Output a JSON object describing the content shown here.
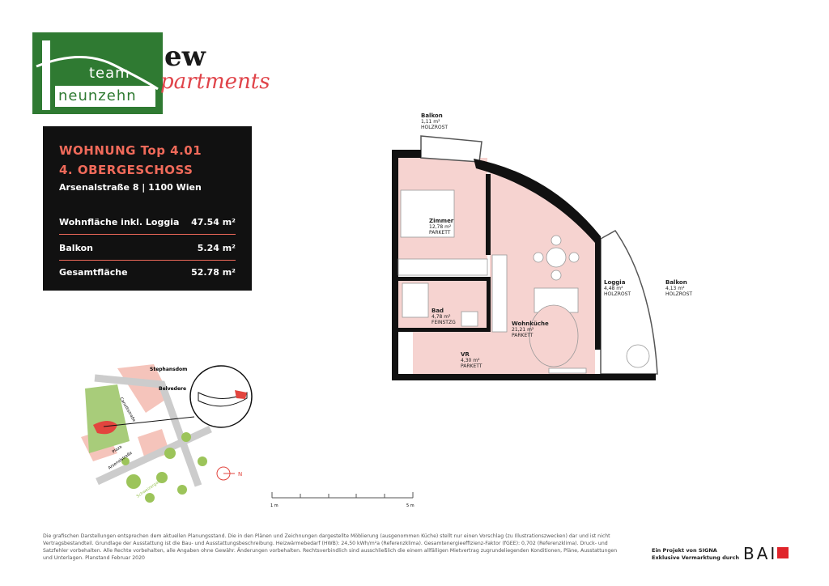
{
  "logo": {
    "line1": "team",
    "line2": "neunzehn",
    "brand_new": "ew",
    "brand_apartments": "partments",
    "green": "#2f7a32",
    "red": "#e0444a"
  },
  "info": {
    "title": "WOHNUNG Top 4.01",
    "floor": "4. OBERGESCHOSS",
    "address": "Arsenalstraße 8 | 1100 Wien",
    "rows": [
      {
        "label": "Wohnfläche inkl. Loggia",
        "value": "47.54 m²"
      },
      {
        "label": "Balkon",
        "value": "5.24 m²"
      },
      {
        "label": "Gesamtfläche",
        "value": "52.78 m²"
      }
    ],
    "accent": "#f06a5a"
  },
  "rooms": [
    {
      "name": "Balkon",
      "area": "1,11 m²",
      "floor": "HOLZROST"
    },
    {
      "name": "Zimmer",
      "area": "12,78 m²",
      "floor": "PARKETT"
    },
    {
      "name": "Bad",
      "area": "4,78 m²",
      "floor": "FEINSTZG"
    },
    {
      "name": "Wohnküche",
      "area": "21,21 m²",
      "floor": "PARKETT"
    },
    {
      "name": "VR",
      "area": "4,30 m²",
      "floor": "PARKETT"
    },
    {
      "name": "Loggia",
      "area": "4,48 m²",
      "floor": "HOLZROST"
    },
    {
      "name": "Balkon",
      "area": "4,13 m²",
      "floor": "HOLZROST"
    }
  ],
  "map": {
    "landmarks": [
      "Stephansdom",
      "Belvedere"
    ],
    "streets": [
      "Canettistraße",
      "Arsenalstraße",
      "Plaza",
      "Schweizergarten"
    ],
    "north": "N"
  },
  "scale": {
    "start": "1 m",
    "end": "5 m"
  },
  "disclaimer": "Die grafischen Darstellungen entsprechen dem aktuellen Planungsstand. Die in den Plänen und Zeichnungen dargestellte Möblierung (ausgenommen Küche) stellt nur einen Vorschlag (zu Illustrationszwecken) dar und ist nicht Vertragsbestandteil. Grundlage der Ausstattung ist die Bau- und Ausstattungsbeschreibung. Heizwärmebedarf (HWB): 24,50 kWh/m²a (Referenzklima). Gesamtenergieeffizienz-Faktor (fGEE): 0,702 (Referenzklima). Druck- und Satzfehler vorbehalten. Alle Rechte vorbehalten, alle Angaben ohne Gewähr. Änderungen vorbehalten. Rechtsverbindlich sind ausschließlich die einem allfälligen Mietvertrag zugrundeliegenden Konditionen, Pläne, Ausstattungen und Unterlagen. Planstand Februar 2020",
  "footer": {
    "line1": "Ein Projekt von SIGNA",
    "line2": "Exklusive Vermarktung durch",
    "bai": "BAI",
    "bai_red": "#e0242a"
  }
}
